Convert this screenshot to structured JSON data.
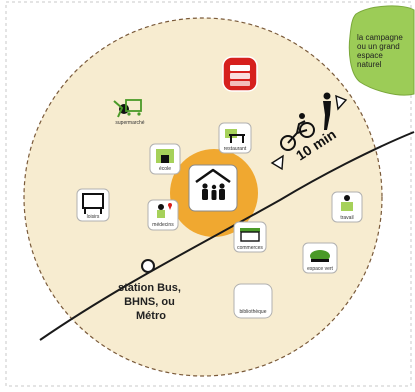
{
  "countryside": {
    "lines": [
      "la campagne",
      "ou un grand",
      "espace",
      "naturel"
    ]
  },
  "travel_time": "10 min",
  "center_icon": "family-house-icon",
  "station": {
    "lines": [
      "station Bus,",
      "BHNS, ou",
      "Métro"
    ]
  },
  "services": [
    {
      "key": "cinema",
      "label": "",
      "icon": "cinema-seats-icon"
    },
    {
      "key": "restaurant",
      "label": "restaurant",
      "icon": "restaurant-icon"
    },
    {
      "key": "supermarket",
      "label": "supermarché",
      "icon": "shopping-cart-icon"
    },
    {
      "key": "school",
      "label": "école",
      "icon": "school-icon"
    },
    {
      "key": "leisure",
      "label": "loisirs",
      "icon": "leisure-icon"
    },
    {
      "key": "doctor",
      "label": "médecins",
      "icon": "doctor-icon"
    },
    {
      "key": "shops",
      "label": "commerces",
      "icon": "shop-icon"
    },
    {
      "key": "work",
      "label": "travail",
      "icon": "work-icon"
    },
    {
      "key": "green-space",
      "label": "espace vert",
      "icon": "park-icon"
    },
    {
      "key": "library",
      "label": "bibliothèque",
      "icon": "library-icon"
    }
  ],
  "colors": {
    "outer_circle": "#f7ecd0",
    "inner_circle": "#f0a830",
    "countryside": "#9ccc57",
    "line": "#1a1a1a",
    "cinema_bg": "#d6201e",
    "icon_border": "#b0b0b0"
  }
}
